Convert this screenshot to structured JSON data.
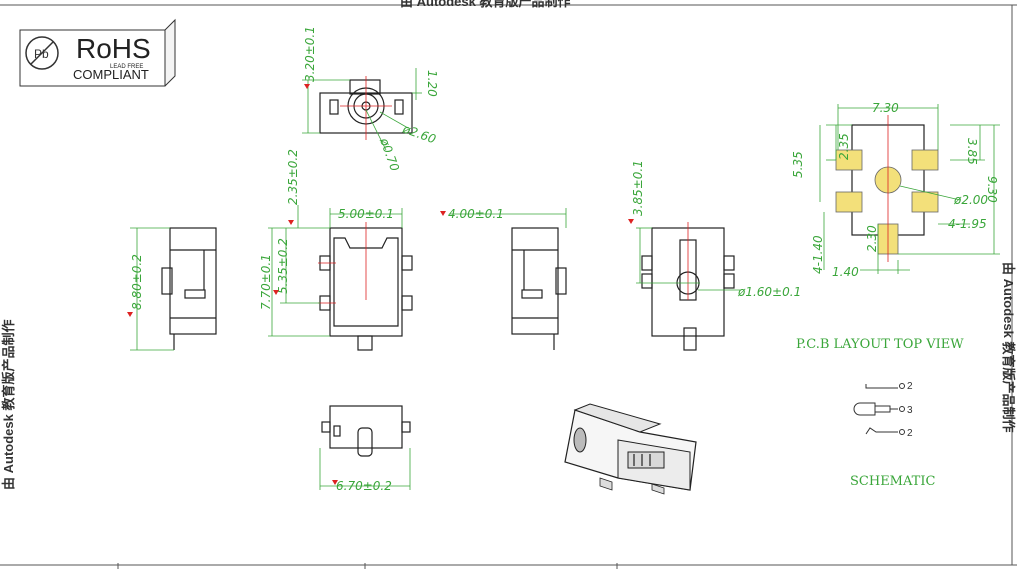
{
  "watermark": {
    "top": "由 Autodesk 教育版产品制作",
    "left": "由 Autodesk 教育版产品制作",
    "right": "由 Autodesk 教育版产品制作"
  },
  "rohs": {
    "title": "RoHS",
    "subtitle": "COMPLIANT",
    "small": "LEAD FREE",
    "mark": "Pb"
  },
  "dimensions": {
    "top_view": {
      "d1": "3.20±0.1",
      "d2": "1.20",
      "d3": "ø2.60",
      "d4": "ø0.70"
    },
    "side_left": {
      "d1": "8.80±0.2"
    },
    "front": {
      "d1": "5.00±0.1",
      "d2": "2.35±0.2",
      "d3": "7.70±0.1",
      "d4": "5.35±0.2"
    },
    "side_right": {
      "d1": "4.00±0.1"
    },
    "back": {
      "d1": "3.85±0.1",
      "d2": "ø1.60±0.1"
    },
    "bottom": {
      "d1": "6.70±0.2"
    },
    "pcb": {
      "d1": "7.30",
      "d2": "2.35",
      "d3": "5.35",
      "d4": "3.85",
      "d5": "9.30",
      "d6": "ø2.00",
      "d7": "4-1.95",
      "d8": "2.30",
      "d9": "4-1.40",
      "d10": "1.40"
    }
  },
  "labels": {
    "pcb_layout": "P.C.B LAYOUT TOP VIEW",
    "schematic": "SCHEMATIC"
  },
  "schematic": {
    "pin_top": "2",
    "pin_mid": "3",
    "pin_bottom": "2"
  },
  "colors": {
    "dimension": "#3aa63a",
    "centerline": "#d22222",
    "pad": "#f3e07a",
    "outline": "#222222"
  }
}
